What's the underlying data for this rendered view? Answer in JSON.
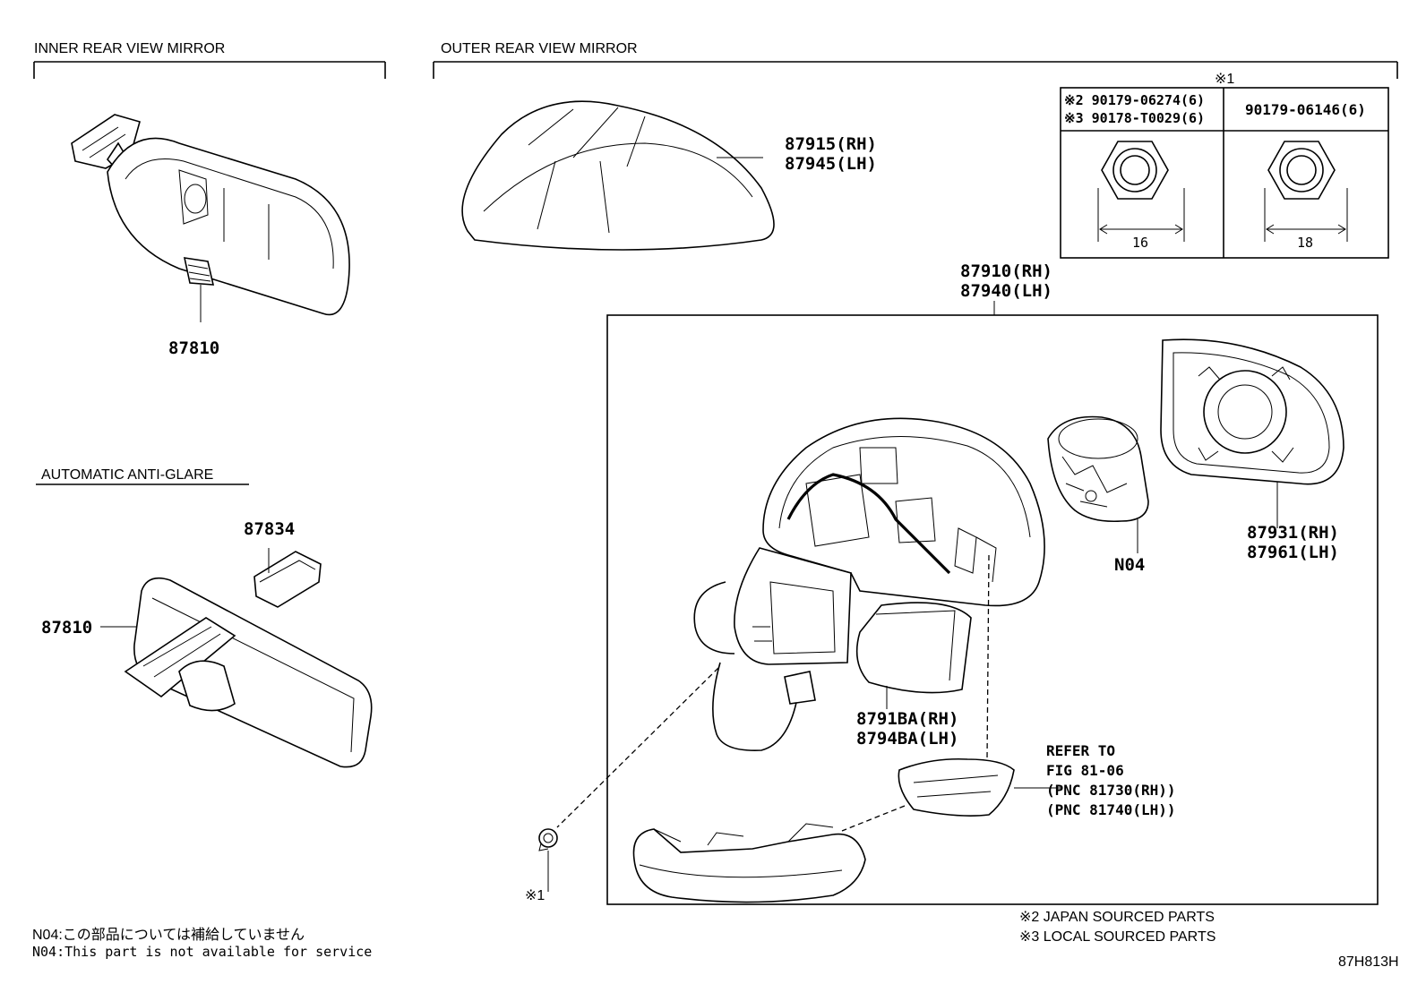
{
  "sections": {
    "inner": "INNER REAR VIEW MIRROR",
    "outer": "OUTER REAR VIEW MIRROR",
    "auto": "AUTOMATIC ANTI-GLARE"
  },
  "parts": {
    "inner_mirror": "87810",
    "anti_glare_mirror": "87810",
    "cover": "87834",
    "cap_rh": "87915(RH)",
    "cap_lh": "87945(LH)",
    "assy_rh": "87910(RH)",
    "assy_lh": "87940(LH)",
    "glass_rh": "87931(RH)",
    "glass_lh": "87961(LH)",
    "motor": "N04",
    "lower_rh": "8791BA(RH)",
    "lower_lh": "8794BA(LH)"
  },
  "refer": {
    "line1": "REFER TO",
    "line2": "FIG 81-06",
    "line3": "(PNC 81730(RH))",
    "line4": "(PNC 81740(LH))"
  },
  "fastener": {
    "mark": "※1",
    "callout": "※1",
    "col1_line1": "※2 90179-06274(6)",
    "col1_line2": "※3 90178-T0029(6)",
    "col2": "90179-06146(6)",
    "size1": "16",
    "size2": "18"
  },
  "footnotes": {
    "japan": "※2 JAPAN SOURCED PARTS",
    "local": "※3 LOCAL SOURCED PARTS",
    "n04_ja": "N04:この部品については補給していません",
    "n04_en": "N04:This part is not available for service",
    "fig_id": "87H813H"
  }
}
